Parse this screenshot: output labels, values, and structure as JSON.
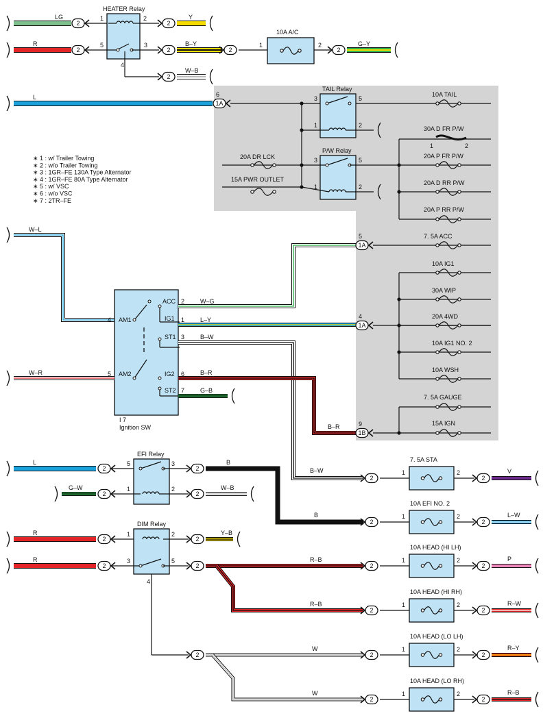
{
  "colors": {
    "shade": "#d4d4d4",
    "box_fill": "#bfe3f5",
    "R": "#e42528",
    "L": "#1ba2dc",
    "LG": "#7fc08d",
    "Y": "#f5dd00",
    "G": "#2bb04a",
    "V": "#6b2a8c",
    "P": "#ee88bb",
    "W": "#ffffff",
    "B": "#111111"
  },
  "notes": [
    "∗ 1 : w/ Trailer Towing",
    "∗ 2 : w/o Trailer Towing",
    "∗ 3 : 1GR–FE 130A Type Alternator",
    "∗ 4 : 1GR–FE 80A Type Alternator",
    "∗ 5 : w/ VSC",
    "∗ 6 : w/o VSC",
    "∗ 7 : 2TR–FE"
  ],
  "relays": {
    "heater": "HEATER Relay",
    "tail": "TAIL Relay",
    "pw": "P/W Relay",
    "efi": "EFI Relay",
    "dim": "DIM Relay"
  },
  "ignition": {
    "code": "I 7",
    "name": "Ignition SW",
    "pins": {
      "acc": "ACC",
      "ig1": "IG1",
      "st1": "ST1",
      "am1": "AM1",
      "am2": "AM2",
      "ig2": "IG2",
      "st2": "ST2"
    }
  },
  "fuses": {
    "ac": "10A A/C",
    "tail": "10A TAIL",
    "dfrpw": "30A D FR P/W",
    "drlck": "20A DR LCK",
    "pfrpw": "20A P FR P/W",
    "pwr_outlet": "15A PWR OUTLET",
    "rrpw": "20A D RR P/W",
    "prrpw": "20A P RR P/W",
    "acc": "7. 5A ACC",
    "ig1": "10A IG1",
    "wip": "30A WIP",
    "fwd": "20A 4WD",
    "ig1no2": "10A IG1 NO. 2",
    "wsh": "10A WSH",
    "gauge": "7. 5A GAUGE",
    "ign": "15A IGN",
    "sta": "7. 5A STA",
    "efino2": "10A EFI NO. 2",
    "headhilh": "10A HEAD (HI LH)",
    "headhirh": "10A HEAD (HI RH)",
    "headlolh": "10A HEAD (LO LH)",
    "headlorh": "10A HEAD (LO RH)"
  },
  "wires": {
    "lg": "LG",
    "y": "Y",
    "r": "R",
    "by": "B–Y",
    "gy": "G–Y",
    "wb": "W–B",
    "l": "L",
    "wl": "W–L",
    "wg": "W–G",
    "ly": "L–Y",
    "bw": "B–W",
    "wr": "W–R",
    "br": "B–R",
    "gb": "G–B",
    "gw": "G–W",
    "b": "B",
    "v": "V",
    "lw": "L–W",
    "yb": "Y–B",
    "rb": "R–B",
    "p": "P",
    "rw": "R–W",
    "w": "W",
    "ry": "R–Y"
  },
  "connectors": {
    "c2": "2",
    "c1a": "1A",
    "c1b": "1B"
  },
  "pins": {
    "p1": "1",
    "p2": "2",
    "p3": "3",
    "p4": "4",
    "p5": "5",
    "p6": "6",
    "p7": "7",
    "p9": "9"
  }
}
